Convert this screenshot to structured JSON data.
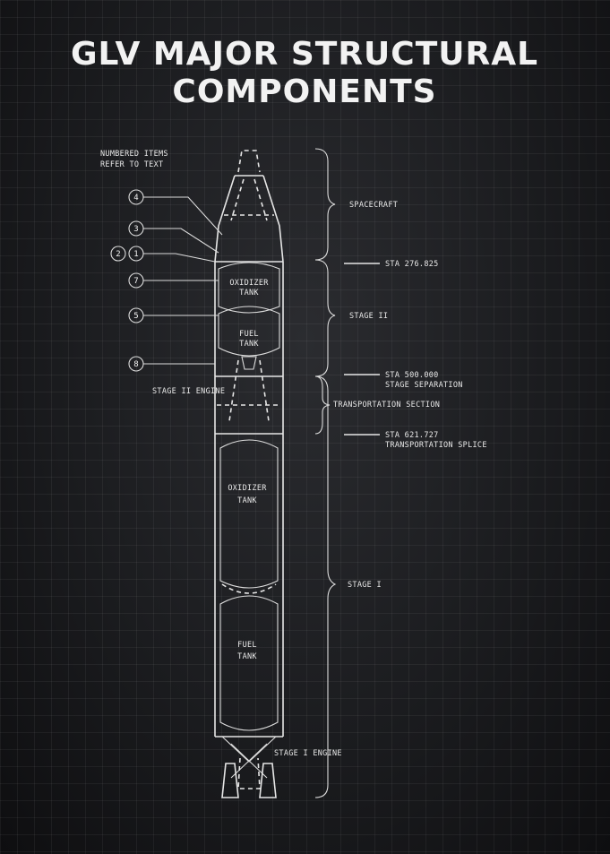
{
  "title": {
    "line1": "GLV MAJOR STRUCTURAL",
    "line2": "COMPONENTS"
  },
  "note": {
    "line1": "NUMBERED ITEMS",
    "line2": "REFER TO TEXT"
  },
  "callouts": [
    "4",
    "3",
    "2",
    "1",
    "7",
    "5",
    "8"
  ],
  "tank_labels": {
    "s2_oxidizer": [
      "OXIDIZER",
      "TANK"
    ],
    "s2_fuel": [
      "FUEL",
      "TANK"
    ],
    "s1_oxidizer": [
      "OXIDIZER",
      "TANK"
    ],
    "s1_fuel": [
      "FUEL",
      "TANK"
    ]
  },
  "engine_labels": {
    "stage2": "STAGE II ENGINE",
    "stage1": "STAGE I ENGINE"
  },
  "sections": {
    "spacecraft": "SPACECRAFT",
    "stage2": "STAGE II",
    "transportation": "TRANSPORTATION SECTION",
    "stage1": "STAGE I"
  },
  "stations": {
    "sta1": [
      "STA 276.825"
    ],
    "sta2": [
      "STA 500.000",
      "STAGE SEPARATION"
    ],
    "sta3": [
      "STA 621.727",
      "TRANSPORTATION SPLICE"
    ]
  },
  "colors": {
    "background": "#1b1c1f",
    "ink": "#e6e6e6"
  }
}
